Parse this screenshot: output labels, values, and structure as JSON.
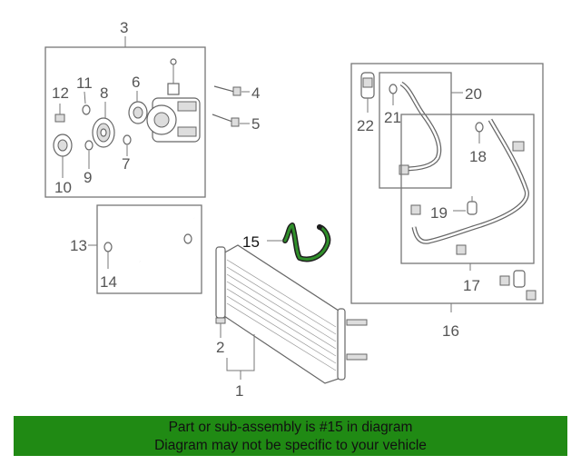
{
  "callouts": {
    "c1": "1",
    "c2": "2",
    "c3": "3",
    "c4": "4",
    "c5": "5",
    "c6": "6",
    "c7": "7",
    "c8": "8",
    "c9": "9",
    "c10": "10",
    "c11": "11",
    "c12": "12",
    "c13": "13",
    "c14": "14",
    "c15": "15",
    "c16": "16",
    "c17": "17",
    "c18": "18",
    "c19": "19",
    "c20": "20",
    "c21": "21",
    "c22": "22"
  },
  "highlighted_part": "15",
  "colors": {
    "banner": "#208a14",
    "highlight": "#2f8f2a"
  },
  "banner": {
    "line1": "Part or sub-assembly is #15 in diagram",
    "line2": "Diagram may not be specific to your vehicle"
  }
}
